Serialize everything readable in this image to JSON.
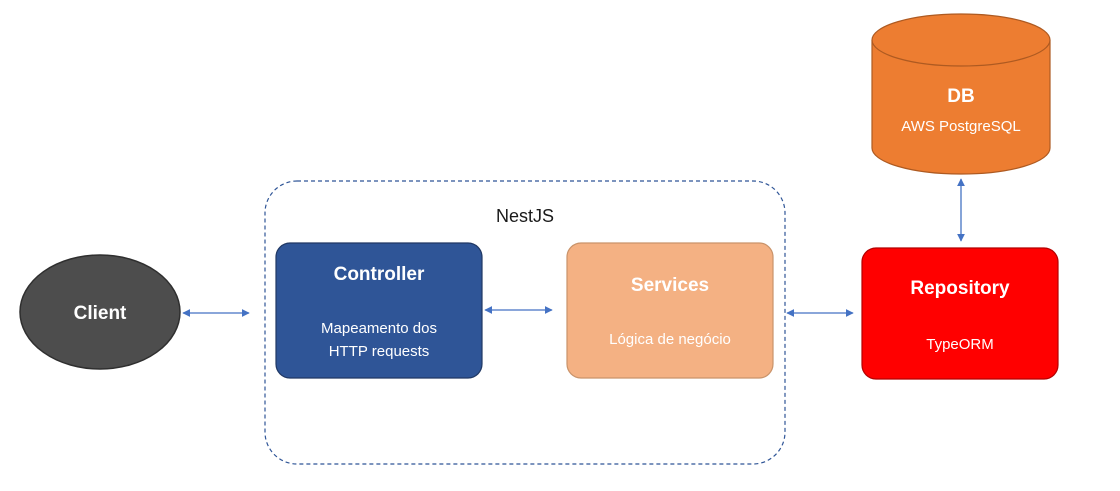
{
  "container": {
    "label": "NestJS"
  },
  "nodes": {
    "client": {
      "title": "Client"
    },
    "controller": {
      "title": "Controller",
      "subtitle_line1": "Mapeamento dos",
      "subtitle_line2": "HTTP requests"
    },
    "services": {
      "title": "Services",
      "subtitle": "Lógica de negócio"
    },
    "repository": {
      "title": "Repository",
      "subtitle": "TypeORM"
    },
    "db": {
      "title": "DB",
      "subtitle": "AWS PostgreSQL"
    }
  },
  "colors": {
    "client": "#4d4d4d",
    "controller": "#2f5597",
    "services": "#f4b183",
    "repository": "#ff0000",
    "db": "#ed7d31",
    "connector": "#4472c4",
    "container_border": "#2f5597"
  }
}
